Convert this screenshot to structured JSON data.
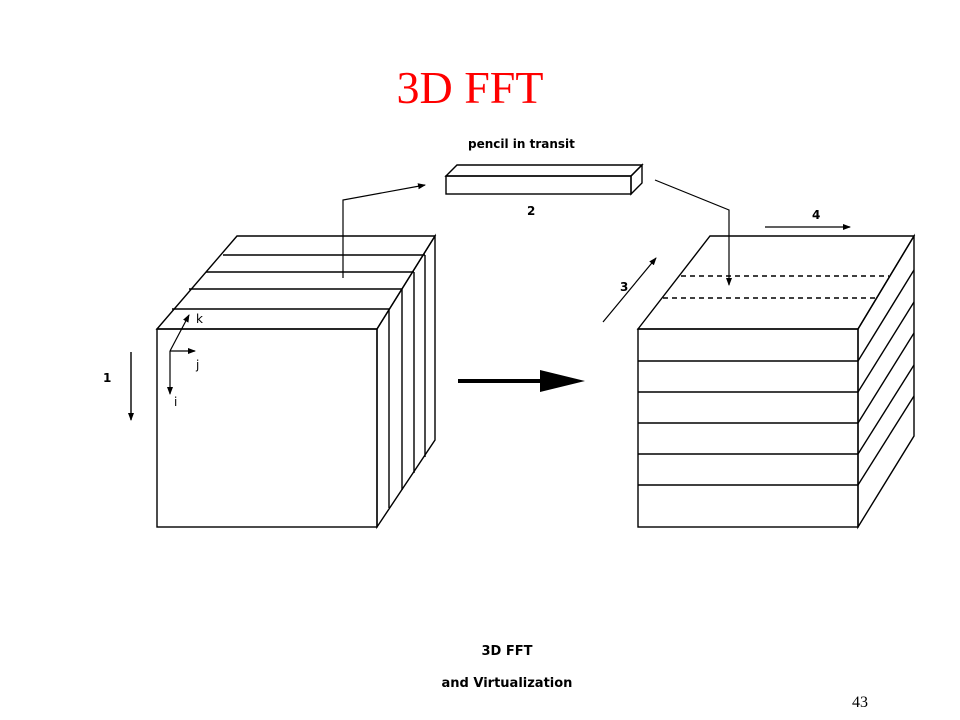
{
  "slide": {
    "title": "3D FFT",
    "title_color": "#ff0000",
    "page_number": "43"
  },
  "figure": {
    "pencil_label": "pencil in transit",
    "step_labels": {
      "step1": "1",
      "step2": "2",
      "step3": "3",
      "step4": "4"
    },
    "axis_labels": {
      "k": "k",
      "j": "j",
      "i": "i"
    },
    "caption": {
      "line1": "3D FFT",
      "line2": "and Virtualization"
    }
  }
}
